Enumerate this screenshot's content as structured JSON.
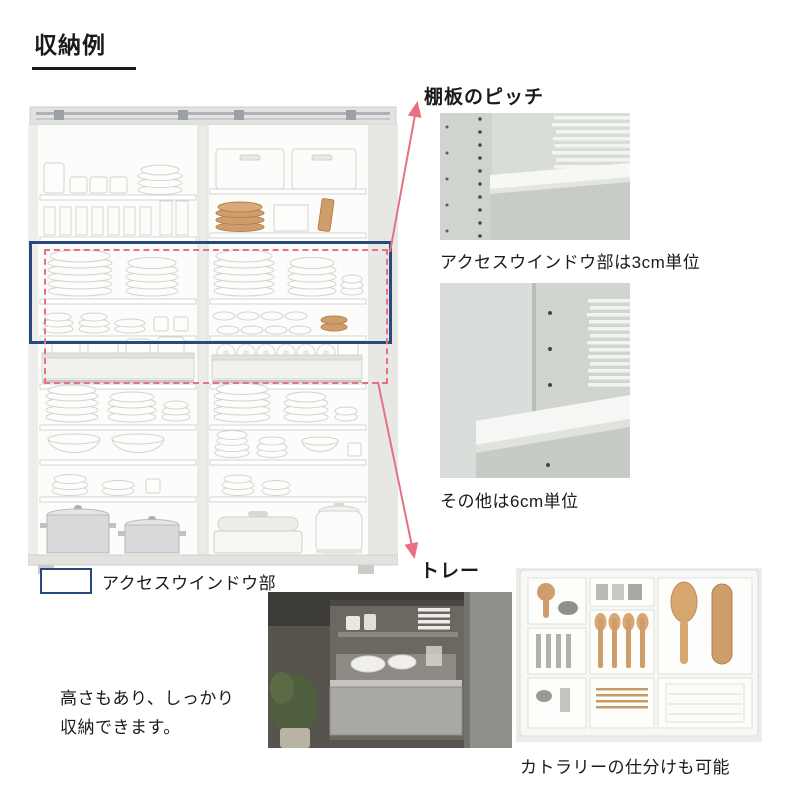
{
  "page": {
    "title": "収納例"
  },
  "colors": {
    "arrow_red": "#e87083",
    "access_window_blue": "#27497e"
  },
  "shelf_pitch": {
    "heading": "棚板のピッチ",
    "caption_access_window": "アクセスウインドウ部は3cm単位",
    "caption_other": "その他は6cm単位"
  },
  "tray": {
    "heading": "トレー",
    "caption": "カトラリーの仕分けも可能"
  },
  "legend": {
    "access_window": "アクセスウインドウ部"
  },
  "note": {
    "line1": "高さもあり、しっかり",
    "line2": "収納できます。"
  }
}
